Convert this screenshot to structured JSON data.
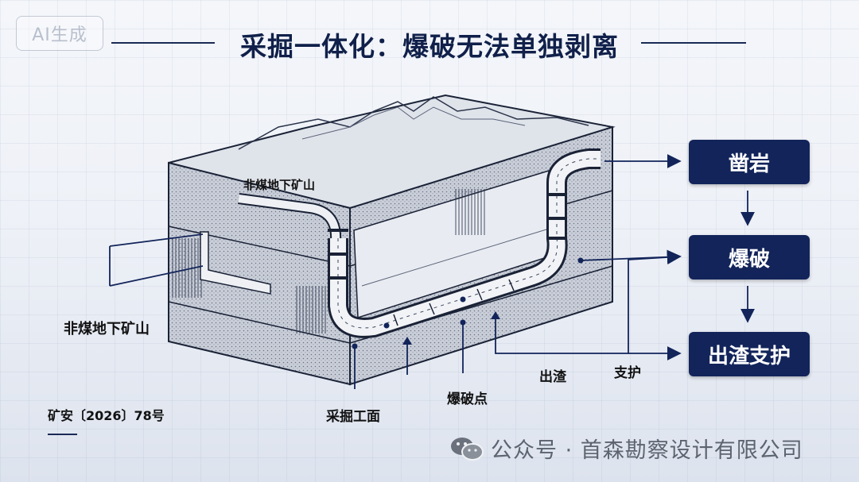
{
  "badge": "AI生成",
  "title": "采掘一体化：爆破无法单独剥离",
  "labels": {
    "top_mine": "非煤地下矿山",
    "left_mine": "非煤地下矿山",
    "workface": "采掘工面",
    "blast_point": "爆破点",
    "muck": "出渣",
    "support": "支护"
  },
  "process_steps": [
    "凿岩",
    "爆破",
    "出渣支护"
  ],
  "document_no": "矿安〔2026〕78号",
  "footer": "公众号 · 首森勘察设计有限公司",
  "colors": {
    "navy": "#12245a",
    "title": "#10204a"
  }
}
